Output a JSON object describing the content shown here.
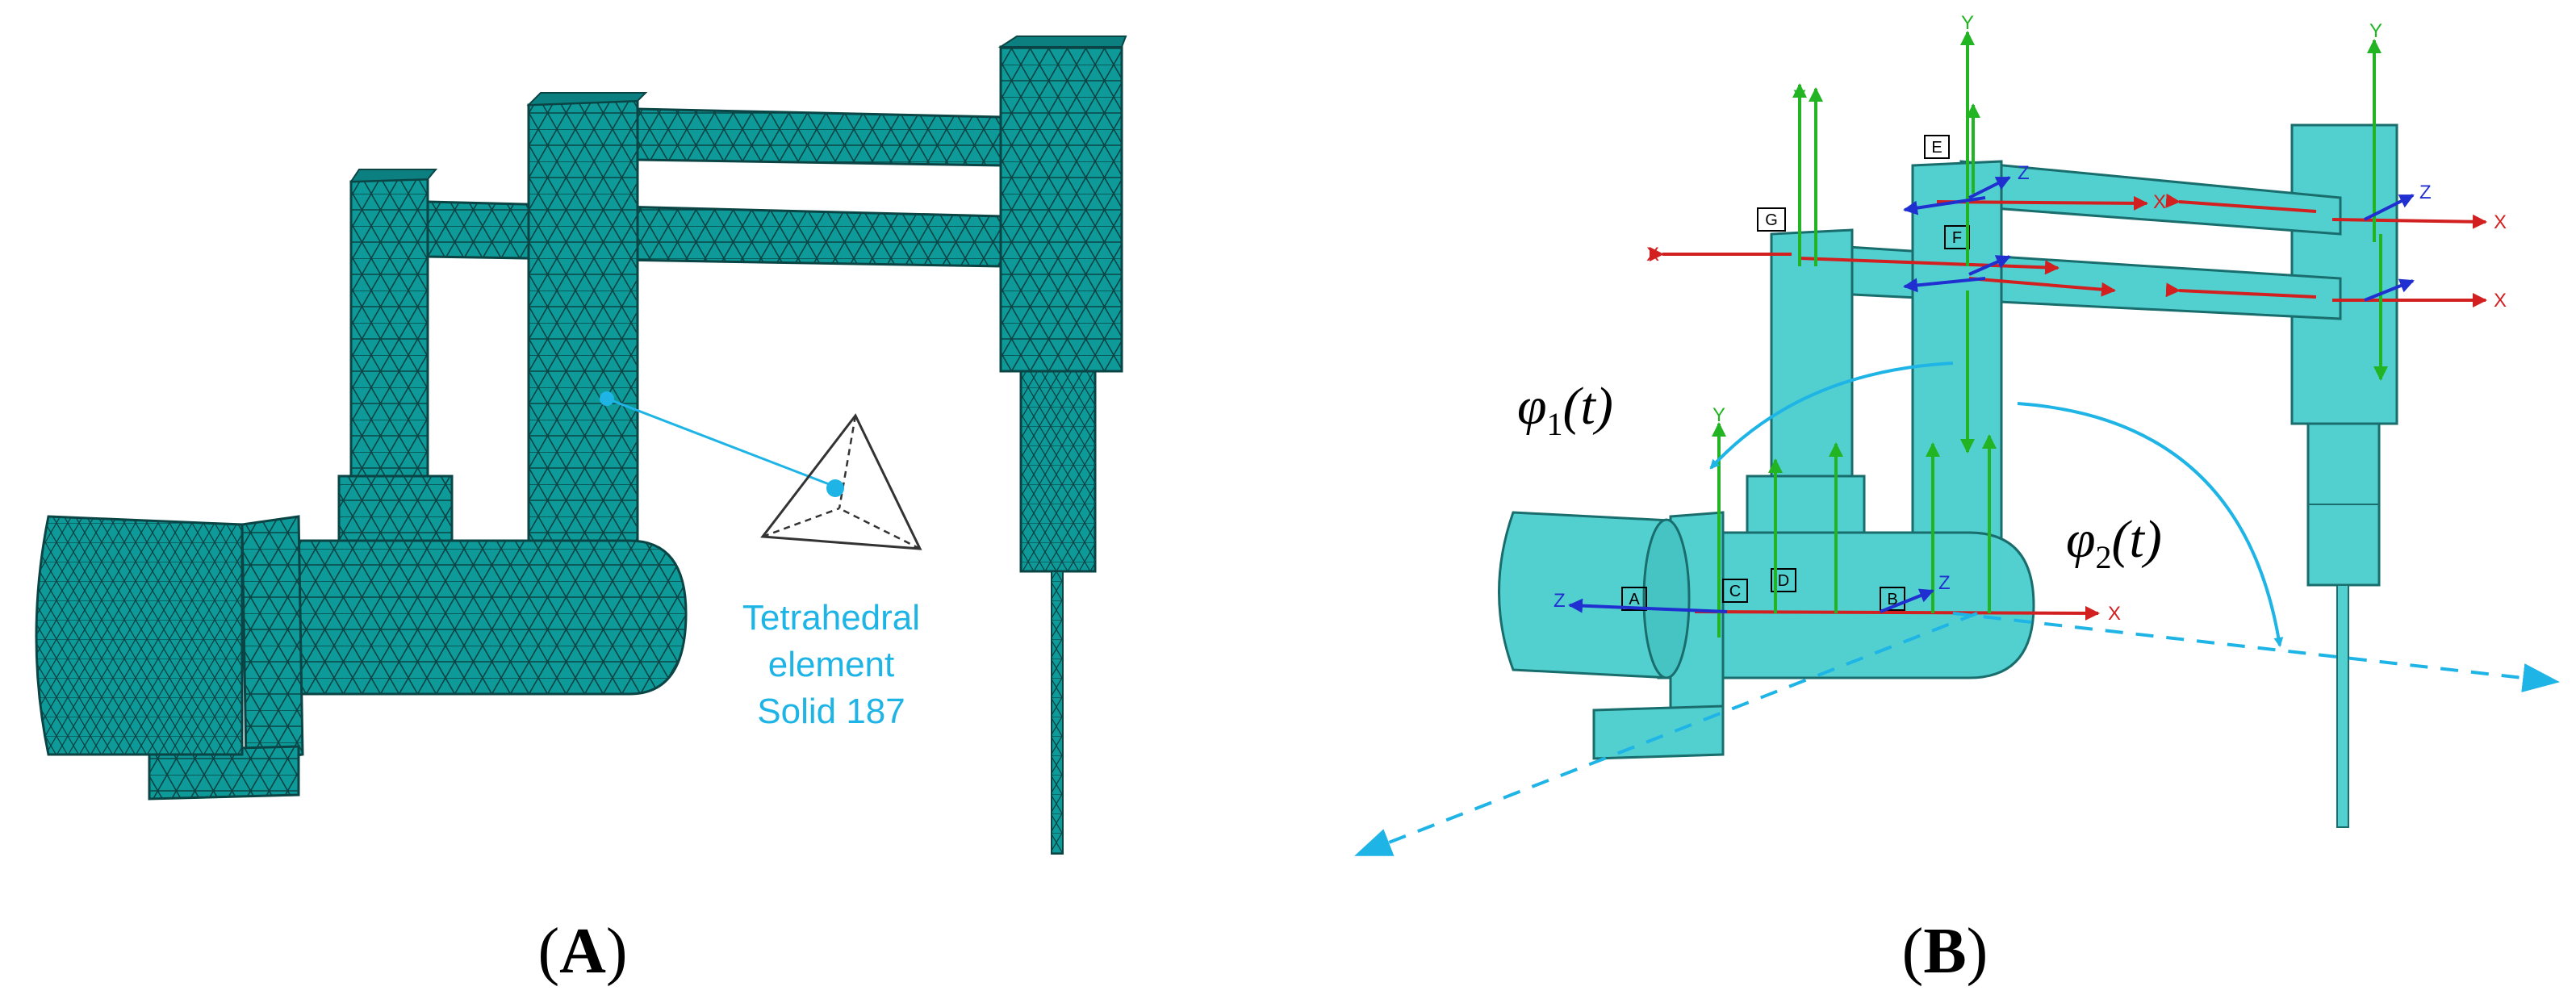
{
  "panel_a": {
    "caption_letter": "A",
    "annotation": {
      "line1": "Tetrahedral",
      "line2": "element",
      "line3": "Solid 187"
    }
  },
  "panel_b": {
    "caption_letter": "B",
    "phi1": {
      "symbol": "φ",
      "sub": "1",
      "arg": "(t)"
    },
    "phi2": {
      "symbol": "φ",
      "sub": "2",
      "arg": "(t)"
    },
    "axis_labels": {
      "x": "X",
      "y": "Y",
      "z": "Z"
    },
    "joint_labels": [
      "G",
      "C",
      "D",
      "B",
      "E",
      "F",
      "A"
    ]
  },
  "colors": {
    "mesh_fill": "#0f9a9a",
    "mesh_line": "#0a4444",
    "solid_fill": "#52d0d0",
    "solid_edge": "#1a6d6d",
    "annotation": "#1fb4e6",
    "axis_x": "#d22020",
    "axis_y": "#22b422",
    "axis_z": "#2030d0"
  }
}
